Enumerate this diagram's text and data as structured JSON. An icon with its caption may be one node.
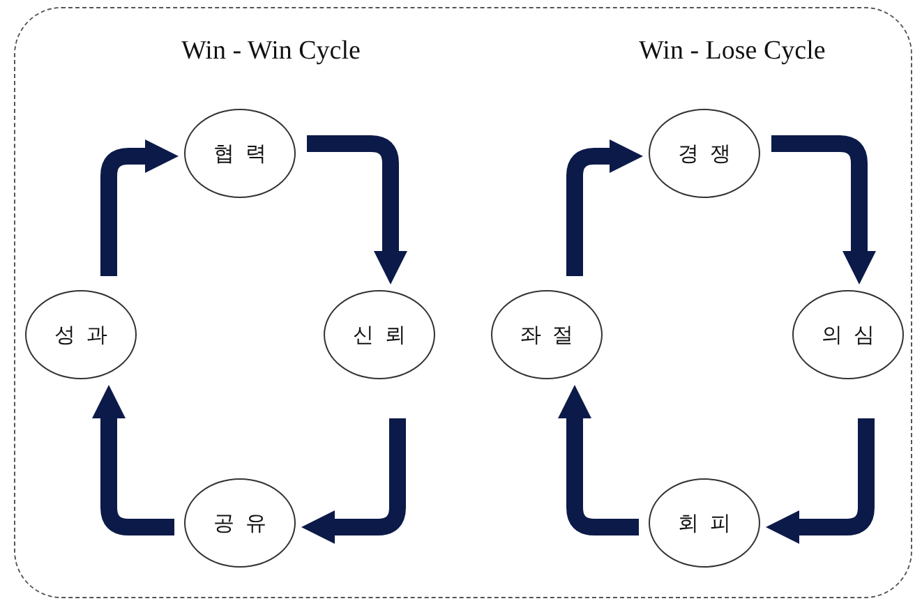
{
  "diagram": {
    "nodes": [
      {
        "text": [
          "협력"
        ]
      },
      {
        "text": [
          "경쟁"
        ]
      },
      {
        "text": [
          "성과"
        ]
      },
      {
        "text": [
          "신뢰"
        ]
      },
      {
        "text": [
          "좌절"
        ]
      },
      {
        "text": [
          "의심"
        ]
      },
      {
        "text": [
          "공유"
        ]
      },
      {
        "text": [
          "회피"
        ]
      }
    ],
    "edges": [
      {
        "from": 2,
        "to": 0,
        "arrow": "to"
      },
      {
        "from": 0,
        "to": 3,
        "arrow": "to"
      },
      {
        "from": 3,
        "to": 6,
        "arrow": "to"
      },
      {
        "from": 6,
        "to": 2,
        "arrow": "to"
      },
      {
        "from": 4,
        "to": 1,
        "arrow": "to"
      },
      {
        "from": 1,
        "to": 5,
        "arrow": "to"
      },
      {
        "from": 5,
        "to": 7,
        "arrow": "to"
      },
      {
        "from": 7,
        "to": 4,
        "arrow": "to"
      }
    ],
    "labels": [
      "Win - Win Cycle",
      "Win - Lose Cycle"
    ]
  }
}
